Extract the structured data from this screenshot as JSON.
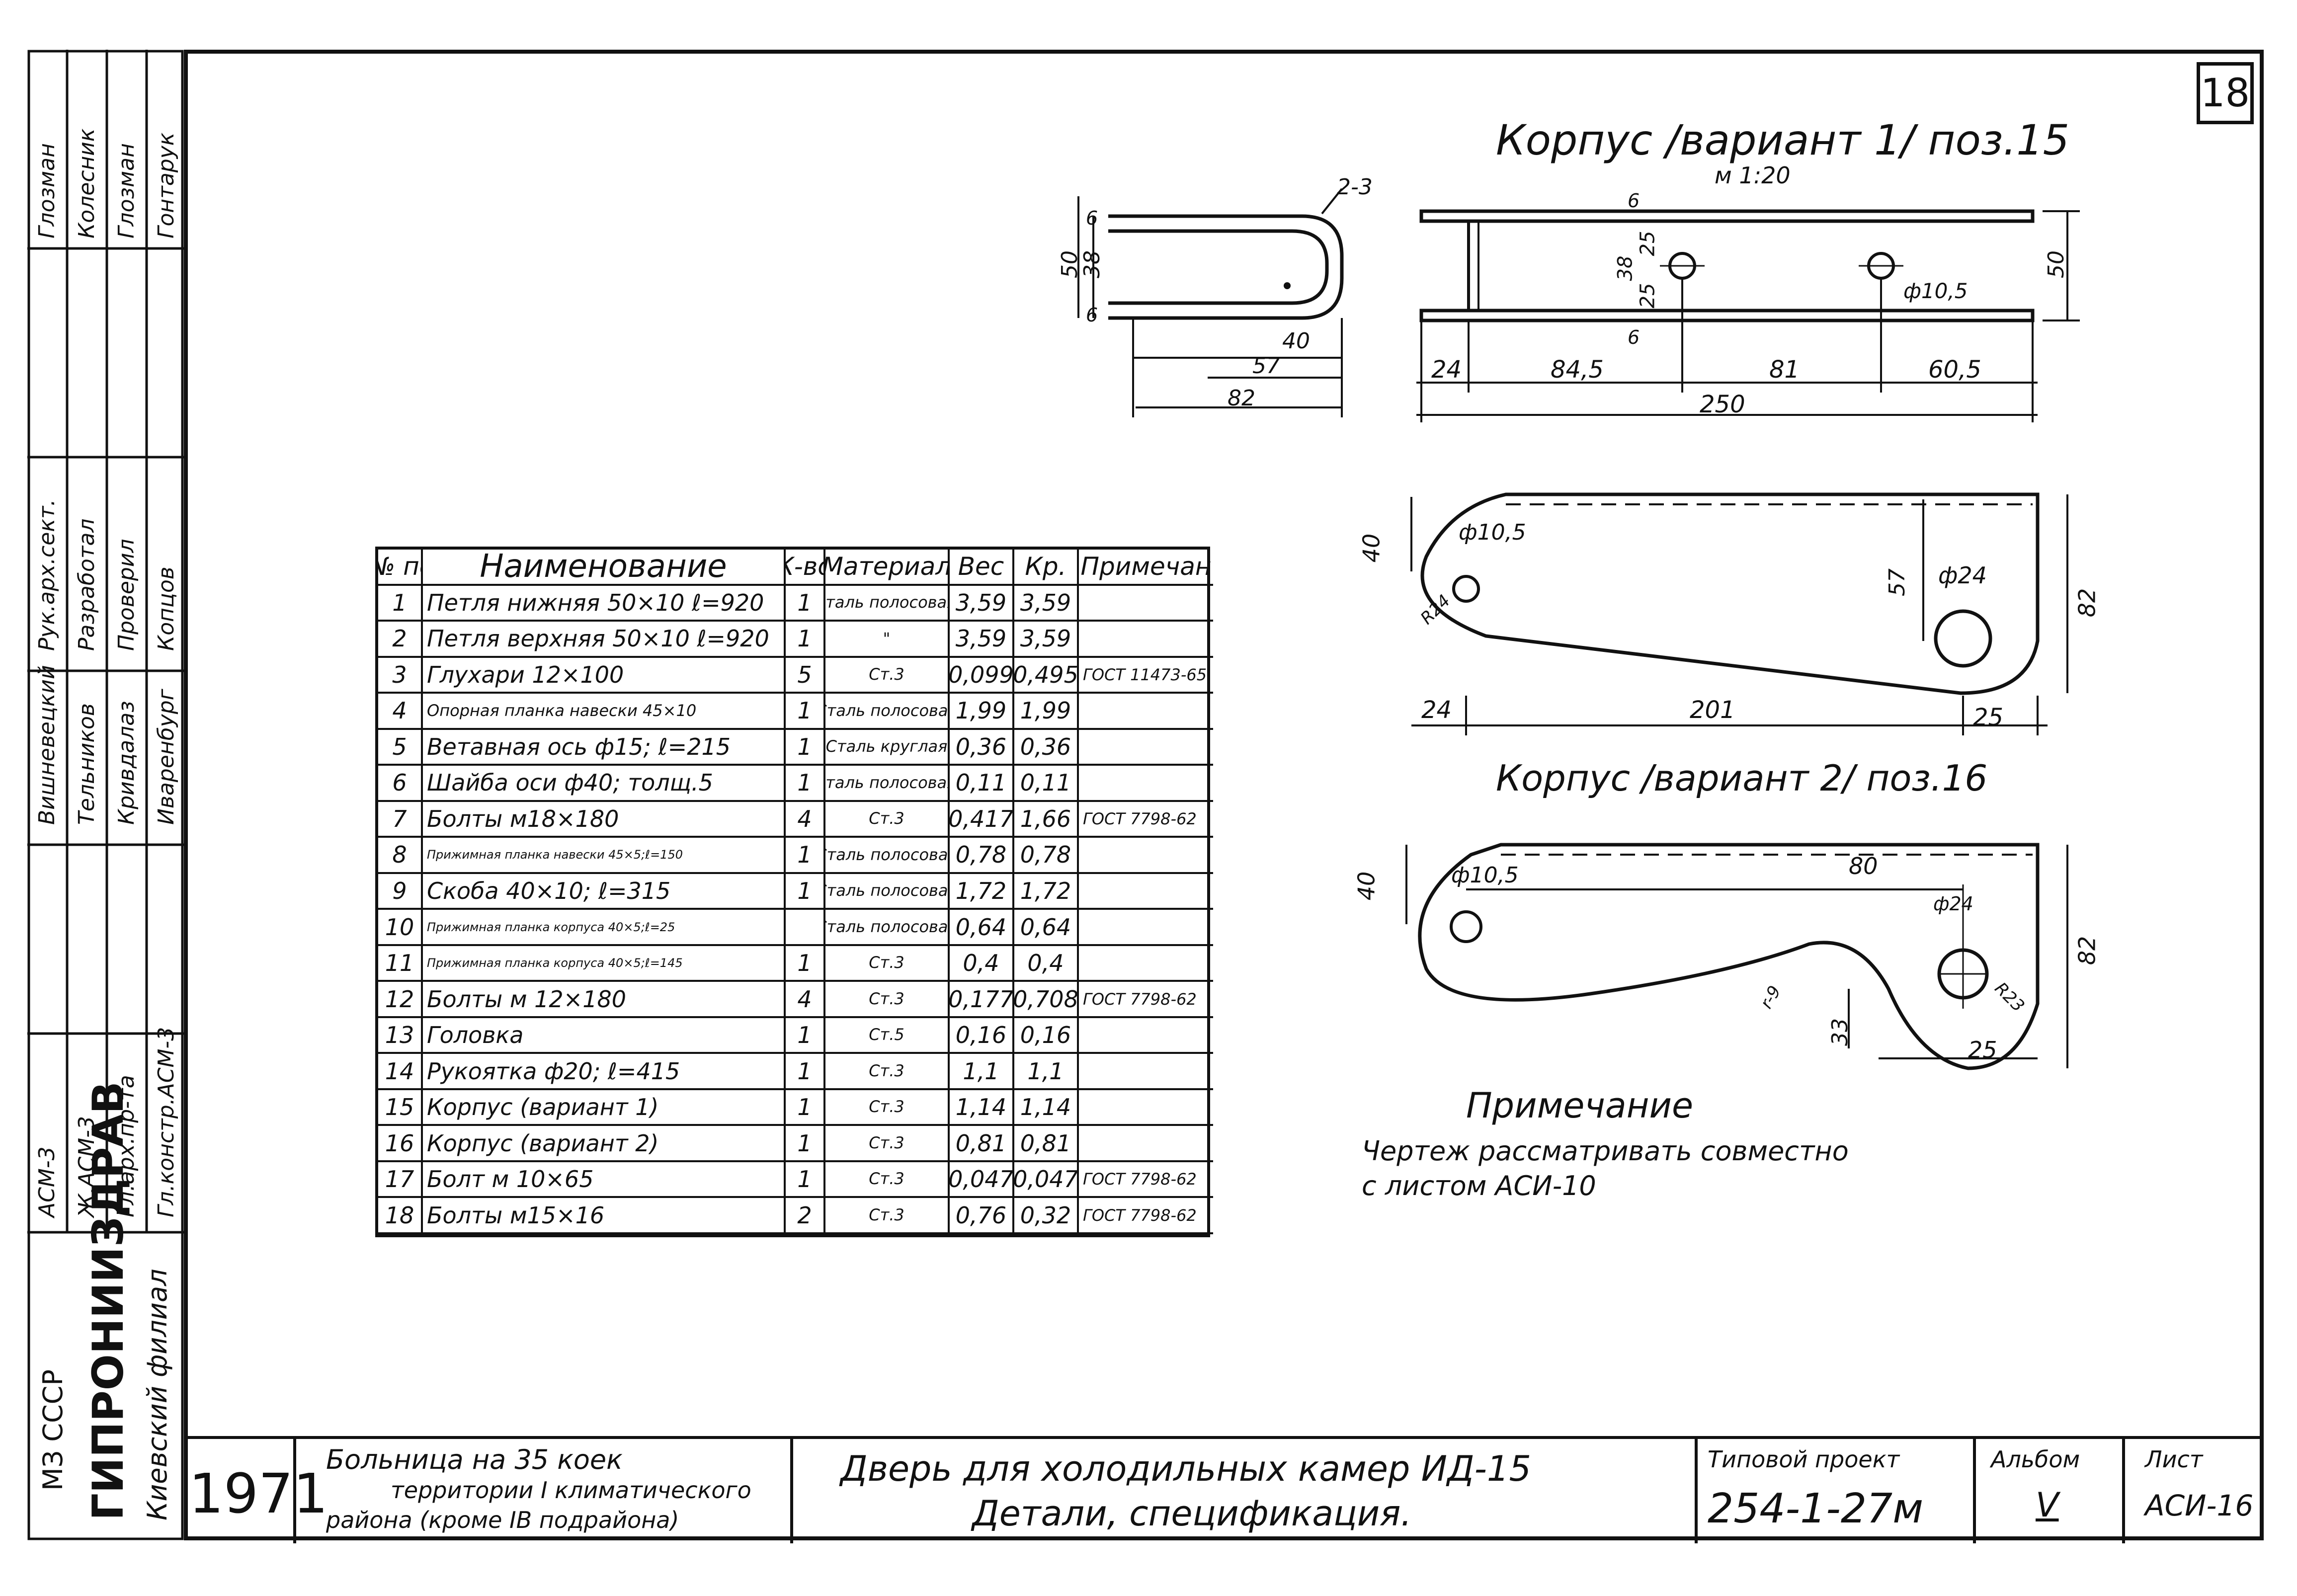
{
  "sheet_number": "18",
  "drawing1": {
    "title": "Корпус /вариант 1/ поз.15",
    "scale": "м 1:20",
    "dims": {
      "d_2_3": "2-3",
      "d_50a": "50",
      "d_38a": "38",
      "d_6a": "6",
      "d_6b": "6",
      "d_40": "40",
      "d_57": "57",
      "d_82": "82",
      "d_6c": "6",
      "d_38b": "38",
      "d_25a": "25",
      "d_25b": "25",
      "d_6d": "6",
      "d_hole": "ф10,5",
      "d_50b": "50",
      "d_24": "24",
      "d_84_5": "84,5",
      "d_81": "81",
      "d_60_5": "60,5",
      "d_250": "250"
    }
  },
  "drawing2": {
    "dims": {
      "d_40": "40",
      "d_hole": "ф10,5",
      "d_r": "R24",
      "d_57": "57",
      "d_24hole": "ф24",
      "d_82": "82",
      "d_24": "24",
      "d_201": "201",
      "d_25": "25"
    }
  },
  "drawing3": {
    "title": "Корпус /вариант 2/ поз.16",
    "dims": {
      "d_40": "40",
      "d_hole": "ф10,5",
      "d_80": "80",
      "d_24hole": "ф24",
      "d_82": "82",
      "d_r9": "r-9",
      "d_r23": "R23",
      "d_33": "33",
      "d_25": "25"
    }
  },
  "note": {
    "title": "Примечание",
    "line1": "Чертеж рассматривать совместно",
    "line2": "с листом АСИ-10"
  },
  "spec_table": {
    "headers": {
      "num": "№№ поз.",
      "name": "Наименование",
      "qty": "К-во",
      "material": "Материал",
      "weight": "Вес",
      "kr": "Кр.",
      "note": "Примечан"
    },
    "rows": [
      {
        "num": "1",
        "name": "Петля нижняя 50×10 ℓ=920",
        "qty": "1",
        "material": "сталь полосовая",
        "weight": "3,59",
        "kr": "3,59",
        "note": ""
      },
      {
        "num": "2",
        "name": "Петля верхняя 50×10 ℓ=920",
        "qty": "1",
        "material": "\"",
        "weight": "3,59",
        "kr": "3,59",
        "note": ""
      },
      {
        "num": "3",
        "name": "Глухари 12×100",
        "qty": "5",
        "material": "Ст.3",
        "weight": "0,099",
        "kr": "0,495",
        "note": "ГОСТ 11473-65"
      },
      {
        "num": "4",
        "name": "Опорная планка навески 45×10",
        "qty": "1",
        "material": "Сталь полосовая",
        "weight": "1,99",
        "kr": "1,99",
        "note": ""
      },
      {
        "num": "5",
        "name": "Ветавная ось ф15; ℓ=215",
        "qty": "1",
        "material": "Сталь круглая",
        "weight": "0,36",
        "kr": "0,36",
        "note": ""
      },
      {
        "num": "6",
        "name": "Шайба оси ф40; толщ.5",
        "qty": "1",
        "material": "сталь полосовая",
        "weight": "0,11",
        "kr": "0,11",
        "note": ""
      },
      {
        "num": "7",
        "name": "Болты м18×180",
        "qty": "4",
        "material": "Ст.3",
        "weight": "0,417",
        "kr": "1,66",
        "note": "ГОСТ 7798-62"
      },
      {
        "num": "8",
        "name": "Прижимная планка навески 45×5;ℓ=150",
        "qty": "1",
        "material": "Сталь полосовая",
        "weight": "0,78",
        "kr": "0,78",
        "note": ""
      },
      {
        "num": "9",
        "name": "Скоба 40×10; ℓ=315",
        "qty": "1",
        "material": "Сталь полосовая",
        "weight": "1,72",
        "kr": "1,72",
        "note": ""
      },
      {
        "num": "10",
        "name": "Прижимная планка корпуса 40×5;ℓ=25",
        "qty": "",
        "material": "Сталь полосовая",
        "weight": "0,64",
        "kr": "0,64",
        "note": ""
      },
      {
        "num": "11",
        "name": "Прижимная планка корпуса 40×5;ℓ=145",
        "qty": "1",
        "material": "Ст.3",
        "weight": "0,4",
        "kr": "0,4",
        "note": ""
      },
      {
        "num": "12",
        "name": "Болты м 12×180",
        "qty": "4",
        "material": "Ст.3",
        "weight": "0,177",
        "kr": "0,708",
        "note": "ГОСТ 7798-62"
      },
      {
        "num": "13",
        "name": "Головка",
        "qty": "1",
        "material": "Ст.5",
        "weight": "0,16",
        "kr": "0,16",
        "note": ""
      },
      {
        "num": "14",
        "name": "Рукоятка ф20; ℓ=415",
        "qty": "1",
        "material": "Ст.3",
        "weight": "1,1",
        "kr": "1,1",
        "note": ""
      },
      {
        "num": "15",
        "name": "Корпус (вариант 1)",
        "qty": "1",
        "material": "Ст.3",
        "weight": "1,14",
        "kr": "1,14",
        "note": ""
      },
      {
        "num": "16",
        "name": "Корпус (вариант 2)",
        "qty": "1",
        "material": "Ст.3",
        "weight": "0,81",
        "kr": "0,81",
        "note": ""
      },
      {
        "num": "17",
        "name": "Болт м 10×65",
        "qty": "1",
        "material": "Ст.3",
        "weight": "0,047",
        "kr": "0,047",
        "note": "ГОСТ 7798-62"
      },
      {
        "num": "18",
        "name": "Болты м15×16",
        "qty": "2",
        "material": "Ст.3",
        "weight": "0,76",
        "kr": "0,32",
        "note": "ГОСТ 7798-62"
      }
    ]
  },
  "title_block": {
    "year": "1971",
    "project_line1": "Больница на 35 коек",
    "project_line2": "территории I климатического",
    "project_line3": "района (кроме IВ подрайона)",
    "doc_line1": "Дверь для холодильных камер ИД-15",
    "doc_line2": "Детали, спецификация.",
    "type_label": "Типовой проект",
    "type_value": "254-1-27м",
    "album_label": "Альбом",
    "album_value": "V",
    "sheet_label": "Лист",
    "sheet_value": "АСИ-16"
  },
  "org": {
    "ministry": "МЗ СССР",
    "name": "ГИПРОНИИЗДРАВ",
    "branch": "Киевский филиал"
  },
  "signatures": {
    "roles": [
      "АСМ-3",
      "Ж.АСМ-3",
      "Гл.арх.пр-та",
      "Гл.констр.АСМ-3"
    ],
    "names_a": [
      "Вишневецкий",
      "Тельников",
      "Кривдалаз",
      "Иваренбург"
    ],
    "roles_b": [
      "Рук.арх.сект.",
      "Разработал",
      "Проверил",
      "Копцов"
    ],
    "names_b": [
      "Глозман",
      "Колесник",
      "Глозман",
      "Гонтарук"
    ]
  }
}
